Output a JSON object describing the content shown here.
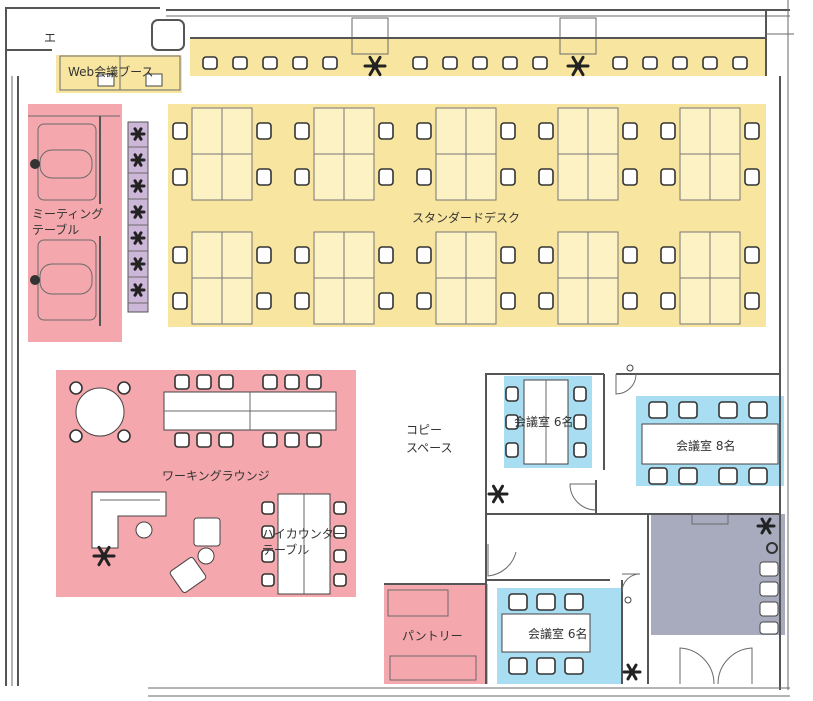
{
  "colors": {
    "desk_zone": "#f8e6a0",
    "lounge_zone": "#f4a7ac",
    "meeting_room_zone": "#a9def2",
    "dark_room": "#a7abbd",
    "plant_strip": "#cdb7d8",
    "wall": "#555555"
  },
  "zones": {
    "web_booth": "Web会議ブース",
    "meeting_table": [
      "ミーティング",
      "テーブル"
    ],
    "standard_desk": "スタンダードデスク",
    "working_lounge": "ワーキングラウンジ",
    "high_counter": [
      "ハイカウンター",
      "テーブル"
    ],
    "copy_space": [
      "コピー",
      "スペース"
    ],
    "pantry": "パントリー",
    "room_a": "会議室 6名",
    "room_b": "会議室 8名",
    "room_c": "会議室 6名"
  },
  "elevator_mark": "エ",
  "icons": {
    "plant": "plant-icon",
    "chair": "chair-icon",
    "door": "door-swing-icon"
  }
}
